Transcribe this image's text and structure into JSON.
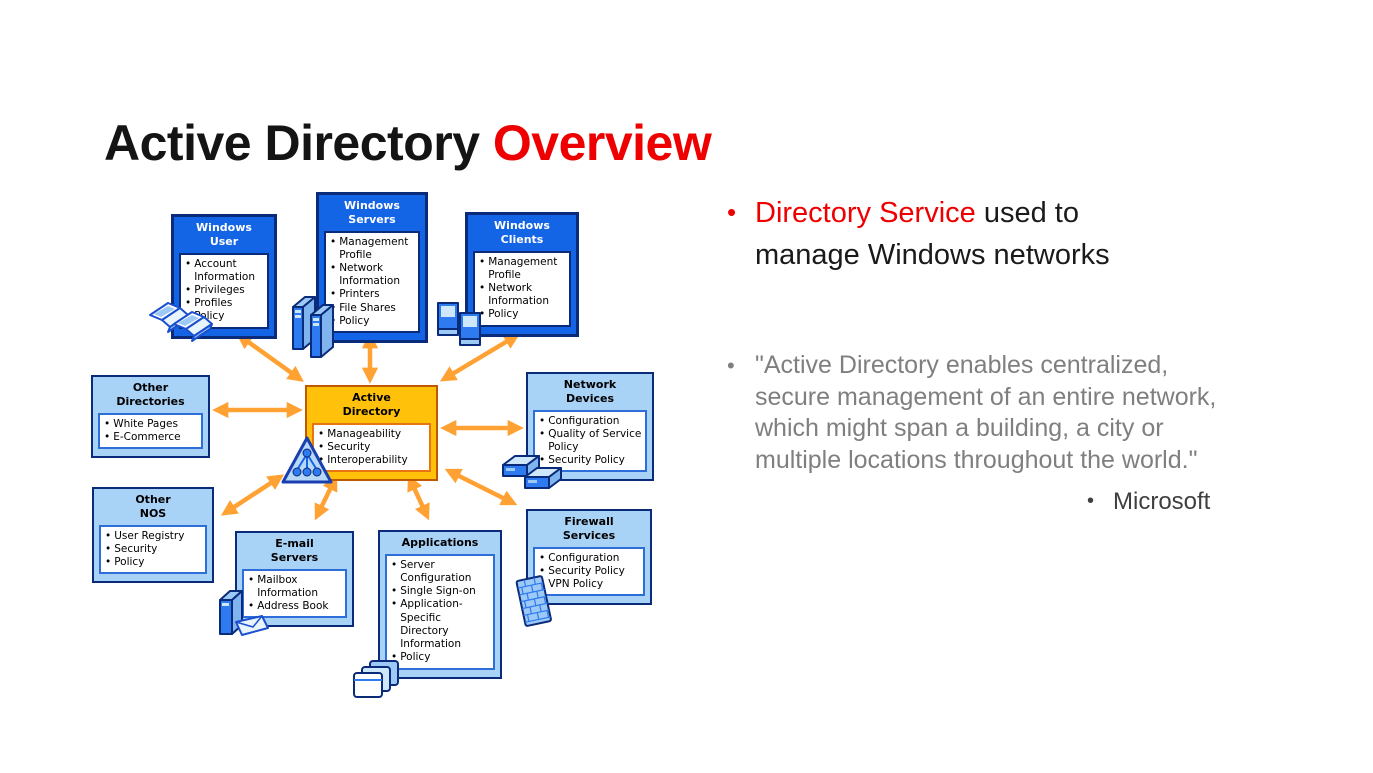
{
  "slide": {
    "title": {
      "part_black": "Active Directory ",
      "part_red": "Overview"
    }
  },
  "content": {
    "bullet_main": {
      "red_text": "Directory Service",
      "black_text": " used to manage Windows networks"
    },
    "quote": "\"Active Directory enables centralized, secure management of an entire network, which might span a building, a city or multiple locations throughout the world.\"",
    "attribution": "Microsoft"
  },
  "diagram": {
    "boxes": [
      {
        "id": "windows-user",
        "type": "blue",
        "title": "Windows\nUser",
        "items": [
          "Account Information",
          "Privileges",
          "Profiles",
          "Policy"
        ]
      },
      {
        "id": "windows-servers",
        "type": "blue",
        "title": "Windows\nServers",
        "items": [
          "Management Profile",
          "Network Information",
          "Printers",
          "File Shares",
          "Policy"
        ]
      },
      {
        "id": "windows-clients",
        "type": "blue",
        "title": "Windows\nClients",
        "items": [
          "Management Profile",
          "Network Information",
          "Policy"
        ]
      },
      {
        "id": "other-directories",
        "type": "light",
        "title": "Other\nDirectories",
        "items": [
          "White Pages",
          "E-Commerce"
        ]
      },
      {
        "id": "active-directory",
        "type": "gold",
        "title": "Active\nDirectory",
        "items": [
          "Manageability",
          "Security",
          "Interoperability"
        ]
      },
      {
        "id": "network-devices",
        "type": "light",
        "title": "Network\nDevices",
        "items": [
          "Configuration",
          "Quality of Service Policy",
          "Security Policy"
        ]
      },
      {
        "id": "other-nos",
        "type": "light",
        "title": "Other\nNOS",
        "items": [
          "User Registry",
          "Security",
          "Policy"
        ]
      },
      {
        "id": "email-servers",
        "type": "light",
        "title": "E-mail\nServers",
        "items": [
          "Mailbox Information",
          "Address Book"
        ]
      },
      {
        "id": "applications",
        "type": "light",
        "title": "Applications",
        "items": [
          "Server Configuration",
          "Single Sign-on",
          "Application-Specific Directory Information",
          "Policy"
        ]
      },
      {
        "id": "firewall-services",
        "type": "light",
        "title": "Firewall\nServices",
        "items": [
          "Configuration",
          "Security Policy",
          "VPN Policy"
        ]
      }
    ],
    "icons": {
      "windows_user": "laptops-icon",
      "windows_servers": "server-towers-icon",
      "windows_clients": "desktop-computers-icon",
      "active_directory": "directory-tree-triangle-icon",
      "network_devices": "network-switches-icon",
      "email_servers": "mail-server-envelope-icon",
      "applications": "application-windows-icon",
      "firewall_services": "firewall-brick-wall-icon"
    }
  },
  "colors": {
    "accent_red": "#EE0000",
    "title_black": "#141414",
    "quote_gray": "#7F7F7F",
    "attr_gray": "#3F3F3F",
    "box_blue": "#1464E6",
    "box_light": "#A9D2F7",
    "box_gold": "#FFC10A",
    "navy": "#0A2A7A",
    "panel_blue": "#2E6ED9",
    "gold_border": "#C05A00",
    "gold_panel": "#E87511",
    "arrow_orange": "#FFA233"
  }
}
